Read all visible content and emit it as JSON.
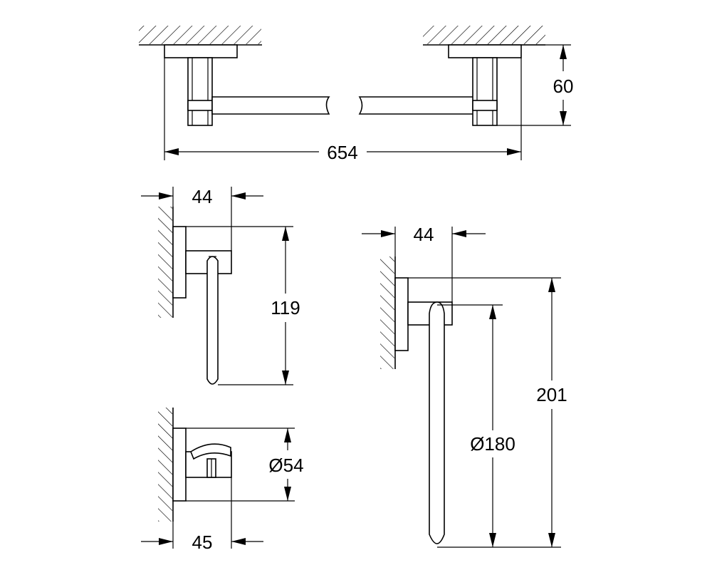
{
  "dimensions": {
    "towel_bar_length": "654",
    "towel_bar_projection": "60",
    "paper_holder_projection": "44",
    "paper_holder_height": "119",
    "hook_projection": "45",
    "hook_diameter": "Ø54",
    "towel_ring_projection": "44",
    "towel_ring_height": "201",
    "towel_ring_diameter": "Ø180"
  }
}
